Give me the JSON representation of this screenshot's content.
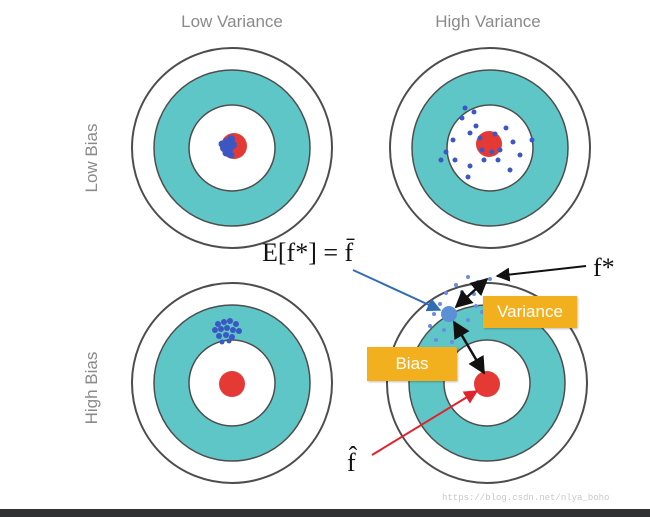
{
  "columns": {
    "low_variance": "Low Variance",
    "high_variance": "High Variance"
  },
  "rows": {
    "low_bias": "Low Bias",
    "high_bias": "High Bias"
  },
  "labels": {
    "expectation": "E[f*] = f̄",
    "f_star": "f*",
    "f_hat": "f̂",
    "variance": "Variance",
    "bias": "Bias"
  },
  "watermark": "https://blog.csdn.net/nlya_boho",
  "colors": {
    "ring_outer": "#ffffff",
    "ring_teal": "#5fc6c7",
    "ring_stroke": "#4d4d4d",
    "bullseye": "#e53935",
    "shot": "#3b57c4",
    "mean_point": "#5b8fd6",
    "callout": "#f2b01f",
    "arrow_blue": "#2f6db7",
    "arrow_red": "#e0232a",
    "arrow_black": "#111111"
  }
}
